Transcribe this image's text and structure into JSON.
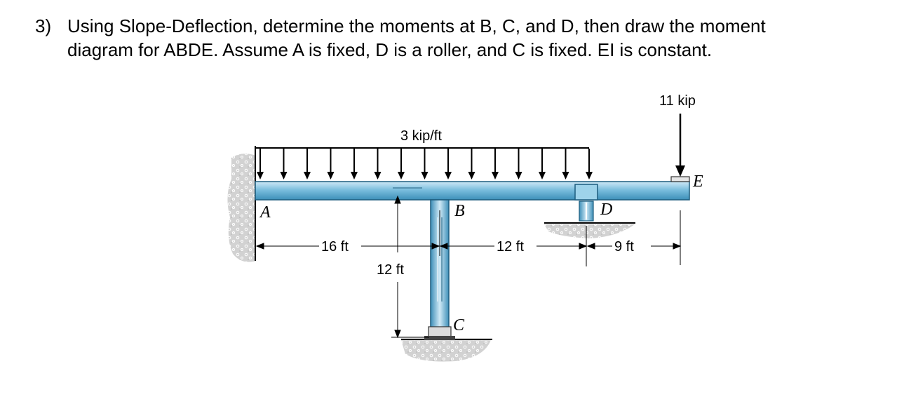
{
  "question": {
    "number": "3)",
    "line1": "Using Slope-Deflection, determine the moments at B, C, and D, then draw the moment",
    "line2": "diagram for ABDE. Assume A is fixed, D is a roller, and C is fixed. EI is constant."
  },
  "figure": {
    "distributed_load": "3 kip/ft",
    "point_load": "11 kip",
    "points": {
      "A": "A",
      "B": "B",
      "C": "C",
      "D": "D",
      "E": "E"
    },
    "dims": {
      "AB": "16 ft",
      "BD": "12 ft",
      "DE": "9 ft",
      "BC": "12 ft"
    },
    "colors": {
      "member": "#7bbede",
      "member_dark": "#3d8fb8",
      "ground": "#c9c9c9"
    }
  }
}
